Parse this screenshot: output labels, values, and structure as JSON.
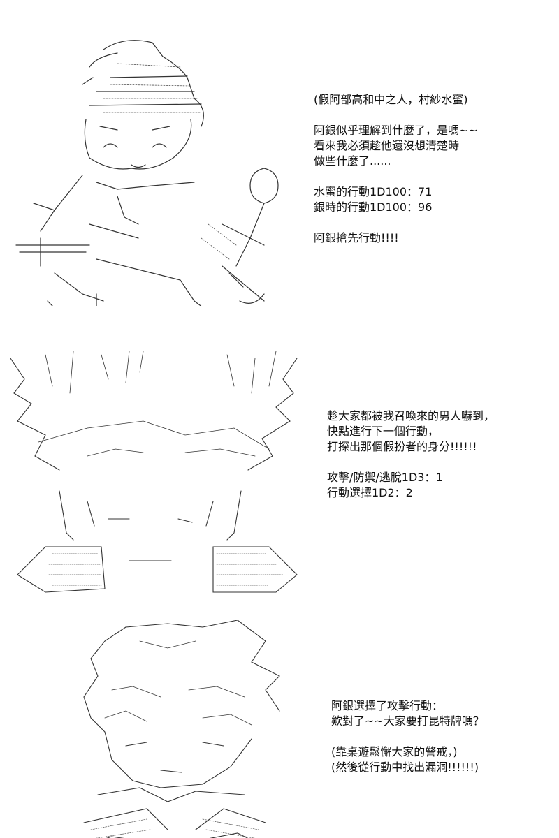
{
  "panels": [
    {
      "text_lines": [
        "(假阿部高和中之人，村紗水蜜)",
        "",
        "阿銀似乎理解到什麼了，是嗎~~",
        "看來我必須趁他還沒想清楚時",
        "做些什麼了......",
        "",
        "水蜜的行動1D100：71",
        "銀時的行動1D100：96",
        "",
        "阿銀搶先行動!!!!"
      ]
    },
    {
      "text_lines": [
        "趁大家都被我召喚來的男人嚇到，",
        "快點進行下一個行動，",
        "打探出那個假扮者的身分!!!!!!",
        "",
        "攻擊/防禦/逃脫1D3：1",
        "行動選擇1D2：2"
      ]
    },
    {
      "text_lines": [
        "阿銀選擇了攻擊行動：",
        "欸對了~~大家要打昆特牌嗎？",
        "",
        "(靠桌遊鬆懈大家的警戒，)",
        "(然後從行動中找出漏洞!!!!!!)"
      ]
    }
  ]
}
